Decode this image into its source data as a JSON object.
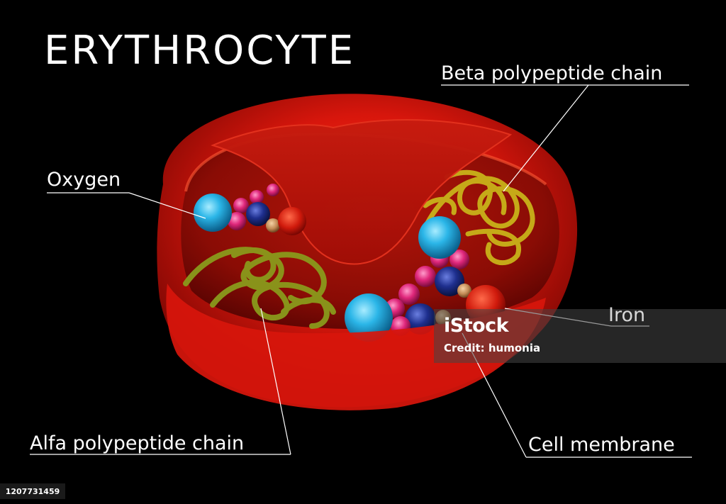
{
  "diagram": {
    "title": "ERYTHROCYTE",
    "labels": {
      "oxygen": "Oxygen",
      "beta_chain": "Beta polypeptide chain",
      "alfa_chain": "Alfa polypeptide chain",
      "cell_membrane": "Cell membrane",
      "iron": "Iron"
    }
  },
  "watermark": {
    "logo": "iStock",
    "credit": "Credit: humonia"
  },
  "stock_id": "1207731459",
  "colors": {
    "background": "#000000",
    "cell_red": "#d8160c",
    "oxygen_blue": "#26a9e0",
    "iron_navy": "#1a2f8a",
    "magenta": "#e0287c",
    "alfa_chain_green": "#8a9a1c",
    "beta_chain_yellow": "#c9b21a",
    "text": "#ffffff"
  }
}
